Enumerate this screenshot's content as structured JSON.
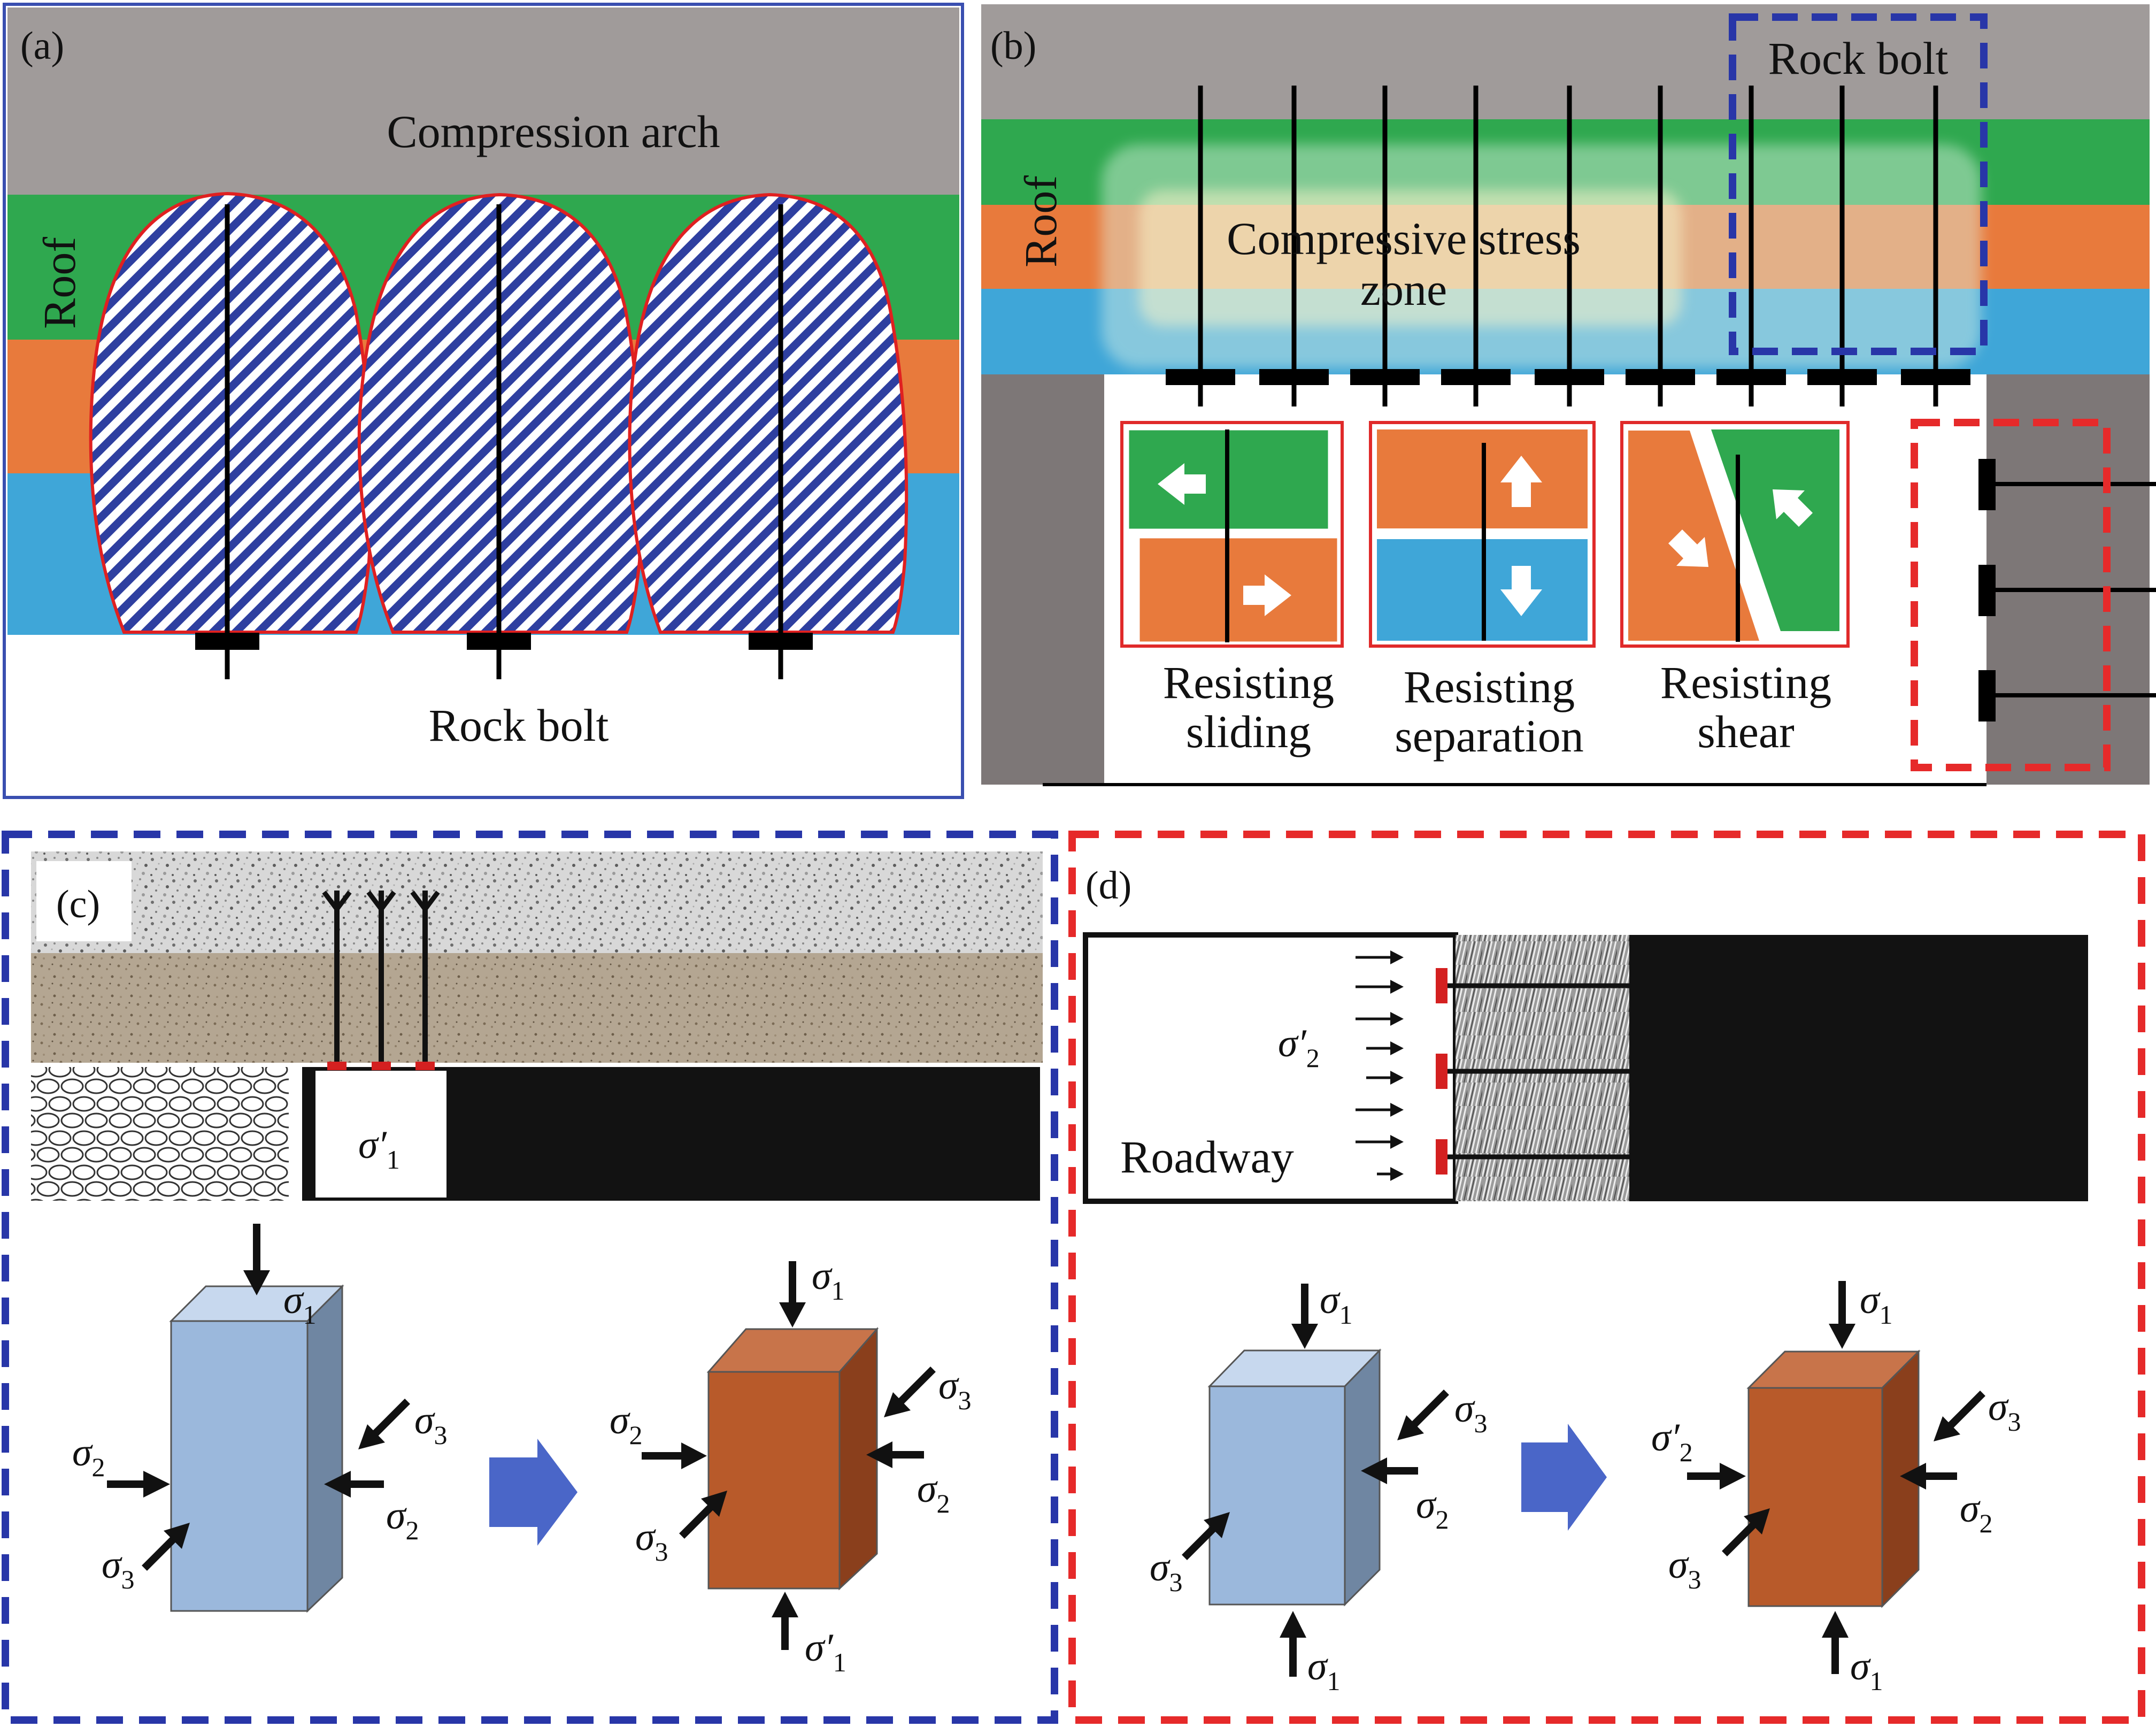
{
  "colors": {
    "gray": "#a09b9a",
    "green": "#2fa84f",
    "orange": "#e87a3c",
    "blue": "#3fa6d8",
    "dark_gray": "#7d7777",
    "cube_blue": "#9bb8dc",
    "cube_brown": "#b85a2a",
    "panel_blue_border": "#3a4fb0",
    "panel_red_border": "#e23030",
    "bolt_highlight_red": "#d42020"
  },
  "panel_a": {
    "tag": "(a)",
    "top_label": "Compression arch",
    "side_label": "Roof",
    "bottom_label": "Rock bolt"
  },
  "panel_b": {
    "tag": "(b)",
    "side_label": "Roof",
    "highlight_label": "Rock bolt",
    "zone_label_line1": "Compressive stress",
    "zone_label_line2": "zone",
    "mechanisms": [
      {
        "line1": "Resisting",
        "line2": "sliding"
      },
      {
        "line1": "Resisting",
        "line2": "separation"
      },
      {
        "line1": "Resisting",
        "line2": "shear"
      }
    ]
  },
  "panel_c": {
    "tag": "(c)",
    "inset_symbol": "σ′",
    "inset_subscript": "1",
    "stress": {
      "s1_sym": "σ",
      "s1_sub": "1",
      "s2_sym": "σ",
      "s2_sub": "2",
      "s3_sym": "σ",
      "s3_sub": "3",
      "s1p_sym": "σ′",
      "s1p_sub": "1"
    }
  },
  "panel_d": {
    "tag": "(d)",
    "inset_symbol": "σ′",
    "inset_subscript": "2",
    "room_label": "Roadway",
    "stress": {
      "s1_sym": "σ",
      "s1_sub": "1",
      "s2_sym": "σ",
      "s2_sub": "2",
      "s3_sym": "σ",
      "s3_sub": "3",
      "s2p_sym": "σ′",
      "s2p_sub": "2"
    }
  }
}
